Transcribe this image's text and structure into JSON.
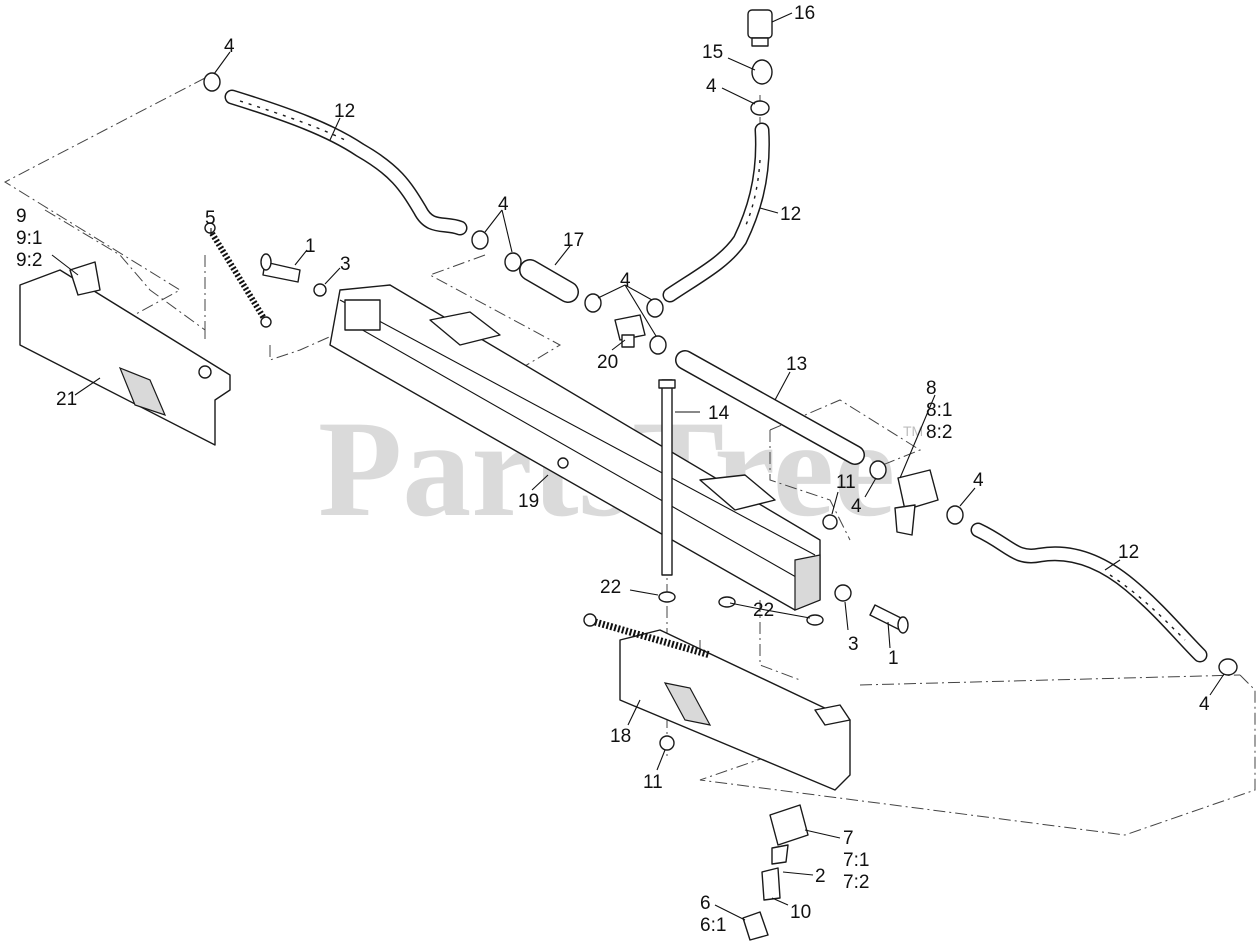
{
  "watermark": {
    "text": "PartsTree",
    "trademark": "TM"
  },
  "callouts": [
    {
      "id": "c4a",
      "text": "4"
    },
    {
      "id": "c12a",
      "text": "12"
    },
    {
      "id": "c16",
      "text": "16"
    },
    {
      "id": "c15",
      "text": "15"
    },
    {
      "id": "c4b",
      "text": "4"
    },
    {
      "id": "c12b",
      "text": "12"
    },
    {
      "id": "c9",
      "text": "9"
    },
    {
      "id": "c9_1",
      "text": "9:1"
    },
    {
      "id": "c9_2",
      "text": "9:2"
    },
    {
      "id": "c5",
      "text": "5"
    },
    {
      "id": "c1a",
      "text": "1"
    },
    {
      "id": "c3a",
      "text": "3"
    },
    {
      "id": "c4c",
      "text": "4"
    },
    {
      "id": "c17",
      "text": "17"
    },
    {
      "id": "c4d",
      "text": "4"
    },
    {
      "id": "c20",
      "text": "20"
    },
    {
      "id": "c21",
      "text": "21"
    },
    {
      "id": "c13",
      "text": "13"
    },
    {
      "id": "c8",
      "text": "8"
    },
    {
      "id": "c8_1",
      "text": "8:1"
    },
    {
      "id": "c8_2",
      "text": "8:2"
    },
    {
      "id": "c14",
      "text": "14"
    },
    {
      "id": "c19",
      "text": "19"
    },
    {
      "id": "c11a",
      "text": "11"
    },
    {
      "id": "c4e",
      "text": "4"
    },
    {
      "id": "c4f",
      "text": "4"
    },
    {
      "id": "c12c",
      "text": "12"
    },
    {
      "id": "c22a",
      "text": "22"
    },
    {
      "id": "c22b",
      "text": "22"
    },
    {
      "id": "c3b",
      "text": "3"
    },
    {
      "id": "c1b",
      "text": "1"
    },
    {
      "id": "c4g",
      "text": "4"
    },
    {
      "id": "c18",
      "text": "18"
    },
    {
      "id": "c11b",
      "text": "11"
    },
    {
      "id": "c7",
      "text": "7"
    },
    {
      "id": "c7_1",
      "text": "7:1"
    },
    {
      "id": "c7_2",
      "text": "7:2"
    },
    {
      "id": "c2",
      "text": "2"
    },
    {
      "id": "c10",
      "text": "10"
    },
    {
      "id": "c6",
      "text": "6"
    },
    {
      "id": "c6_1",
      "text": "6:1"
    }
  ]
}
